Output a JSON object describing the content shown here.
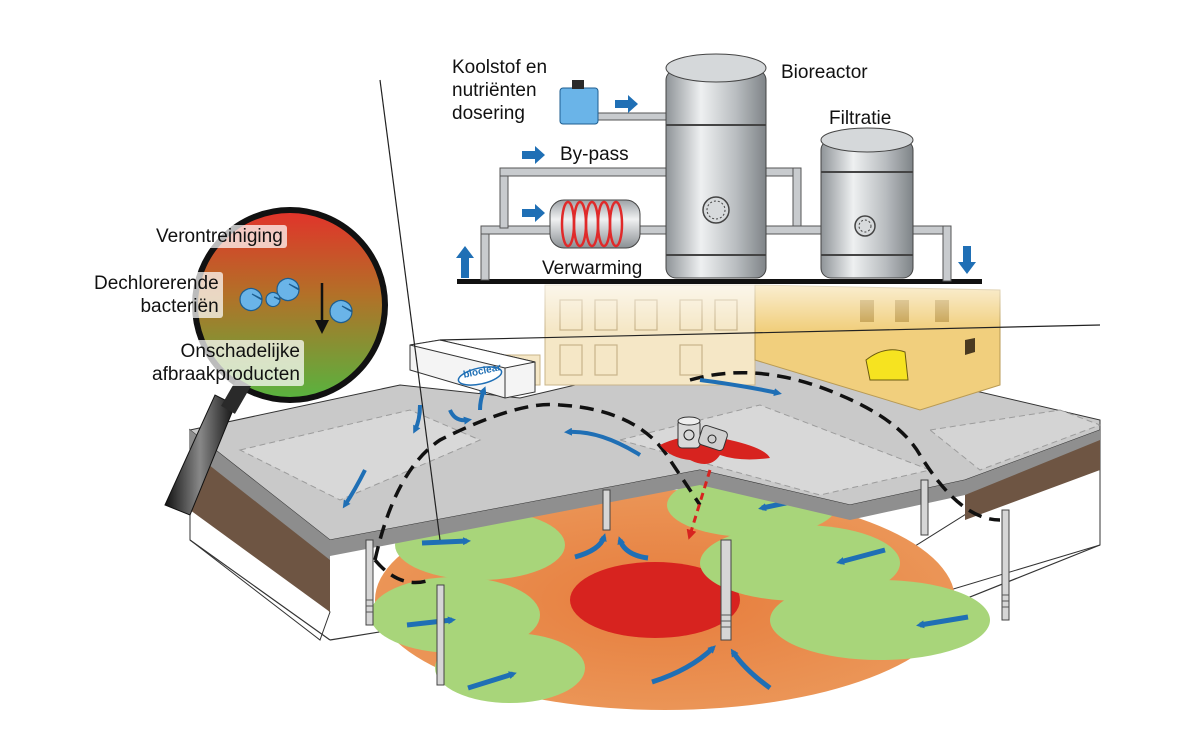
{
  "labels": {
    "dosing": "Koolstof en\nnutriënten\ndosering",
    "bioreactor": "Bioreactor",
    "filtration": "Filtratie",
    "bypass": "By-pass",
    "heating": "Verwarming",
    "pollution": "Verontreiniging",
    "bacteria": "Dechlorerende\nbacteriën",
    "products": "Onschadelijke\nafbraakproducten",
    "logo": "bioclear"
  },
  "colors": {
    "flow_arrow": "#1f6fb5",
    "contamination_red": "#d7231f",
    "plume_orange": "#e98a4a",
    "treated_green": "#a8d57a",
    "street_grey": "#c9c9c9",
    "soil_brown": "#6e5543",
    "tank_steel": "#bfc3c6",
    "building_yellow": "#f1cf7d",
    "bacteria_blue": "#6ab4e8",
    "heater_coil": "#e02a2a"
  },
  "icons": {
    "magnifier": "magnifying-glass-icon",
    "barrels": "barrel-icon",
    "well": "well-pipe-icon",
    "arrow": "flow-arrow-icon",
    "bacterium": "bacterium-icon",
    "dosing_tank": "dosing-tank-icon"
  }
}
